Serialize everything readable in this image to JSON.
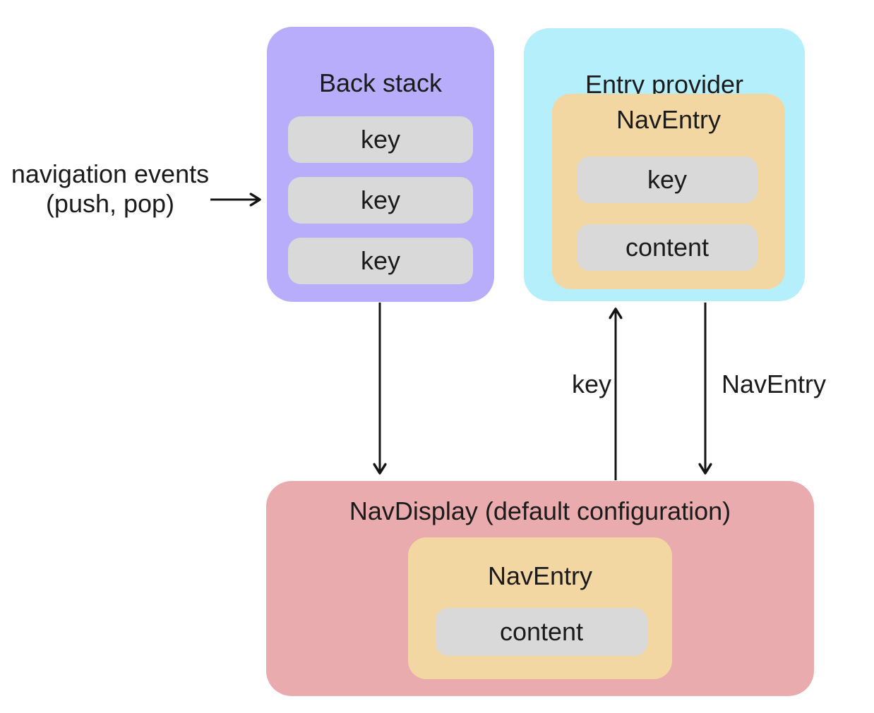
{
  "diagram": {
    "name": "Navigation architecture diagram",
    "colors": {
      "back_stack_bg": "#b7adfa",
      "entry_provider_bg": "#b5effb",
      "nav_entry_bg": "#f3d7a2",
      "nav_display_bg": "#e9abad",
      "field_bg": "#d9d9d9",
      "arrow": "#141414",
      "text": "#1b1b1b"
    },
    "left_label": {
      "line1": "navigation events",
      "line2": "(push, pop)"
    },
    "back_stack": {
      "title": "Back stack",
      "keys": [
        "key",
        "key",
        "key"
      ]
    },
    "entry_provider": {
      "title": "Entry provider",
      "nav_entry": {
        "title": "NavEntry",
        "key_field": "key",
        "content_field": "content"
      }
    },
    "nav_display": {
      "title": "NavDisplay (default configuration)",
      "nav_entry": {
        "title": "NavEntry",
        "content_field": "content"
      }
    },
    "arrow_labels": {
      "key_up": "key",
      "nav_entry_down": "NavEntry"
    }
  }
}
